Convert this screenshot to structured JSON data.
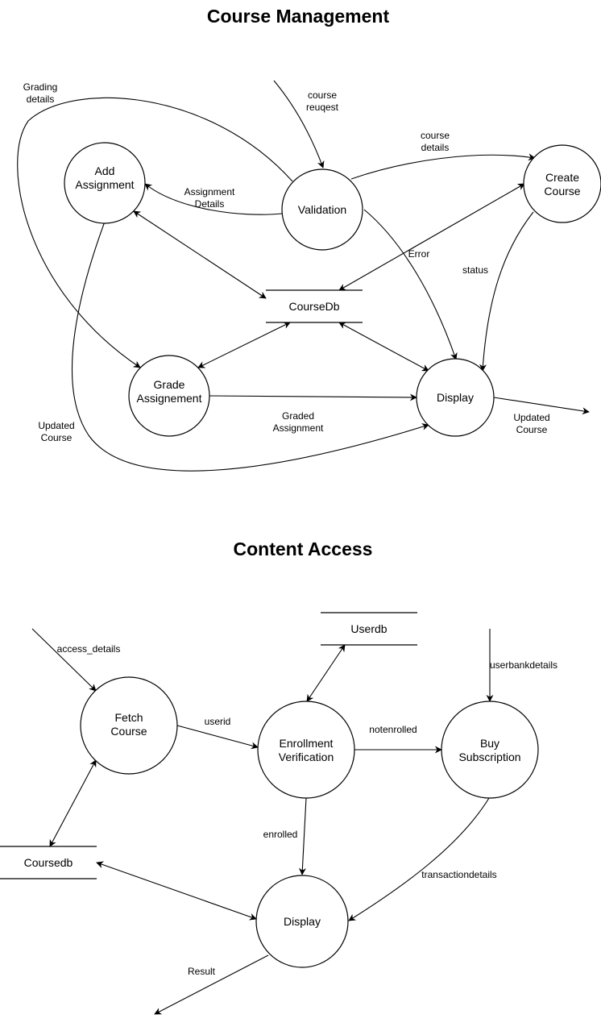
{
  "sections": {
    "course_management": {
      "title": "Course Management",
      "processes": {
        "add_assignment": [
          "Add",
          "Assignment"
        ],
        "validation": [
          "Validation"
        ],
        "create_course": [
          "Create",
          "Course"
        ],
        "grade_assignment": [
          "Grade",
          "Assignement"
        ],
        "display": [
          "Display"
        ]
      },
      "stores": {
        "coursedb": "CourseDb"
      },
      "flows": {
        "course_request": [
          "course",
          "reuqest"
        ],
        "course_details": [
          "course",
          "details"
        ],
        "assignment_details": [
          "Assignment",
          "Details"
        ],
        "grading_details": [
          "Grading",
          "details"
        ],
        "error": [
          "Error"
        ],
        "status": [
          "status"
        ],
        "graded_assignment": [
          "Graded",
          "Assignment"
        ],
        "updated_course_left": [
          "Updated",
          "Course"
        ],
        "updated_course_out": [
          "Updated",
          "Course"
        ]
      }
    },
    "content_access": {
      "title": "Content Access",
      "processes": {
        "fetch_course": [
          "Fetch",
          "Course"
        ],
        "enrollment_verification": [
          "Enrollment",
          "Verification"
        ],
        "buy_subscription": [
          "Buy",
          "Subscription"
        ],
        "display": [
          "Display"
        ]
      },
      "stores": {
        "userdb": "Userdb",
        "coursedb": "Coursedb"
      },
      "flows": {
        "access_details": "access_details",
        "userid": "userid",
        "notenrolled": "notenrolled",
        "userbankdetails": "userbankdetails",
        "enrolled": "enrolled",
        "transactiondetails": "transactiondetails",
        "result": "Result"
      }
    }
  }
}
